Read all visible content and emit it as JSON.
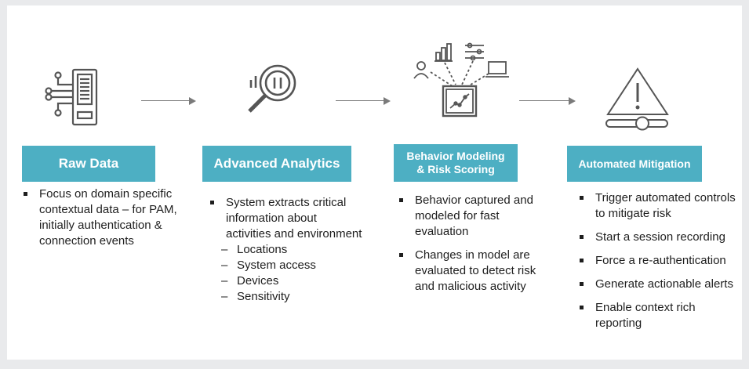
{
  "stages": [
    {
      "title": "Raw Data",
      "icon": "server-data-icon",
      "bullets": [
        {
          "text": "Focus on domain specific contextual data – for PAM, initially authentication & connection events",
          "sub": []
        }
      ]
    },
    {
      "title": "Advanced Analytics",
      "icon": "magnifier-analytics-icon",
      "bullets": [
        {
          "text": "System extracts critical information about activities and environment",
          "sub": [
            "Locations",
            "System access",
            "Devices",
            "Sensitivity"
          ]
        }
      ]
    },
    {
      "title_lines": [
        "Behavior Modeling",
        "& Risk Scoring"
      ],
      "icon": "behavior-model-icon",
      "bullets": [
        {
          "text": "Behavior captured and modeled for fast evaluation",
          "sub": []
        },
        {
          "text": "Changes in model are evaluated to detect risk and malicious activity",
          "sub": []
        }
      ]
    },
    {
      "title": "Automated Mitigation",
      "icon": "warning-triangle-icon",
      "bullets": [
        {
          "text": "Trigger automated controls to mitigate risk",
          "sub": []
        },
        {
          "text": "Start a session recording",
          "sub": []
        },
        {
          "text": "Force a re-authentication",
          "sub": []
        },
        {
          "text": "Generate actionable alerts",
          "sub": []
        },
        {
          "text": "Enable context rich reporting",
          "sub": []
        }
      ]
    }
  ],
  "colors": {
    "header": "#4dafc3",
    "icon": "#555555",
    "arrow": "#7a7a7a"
  }
}
